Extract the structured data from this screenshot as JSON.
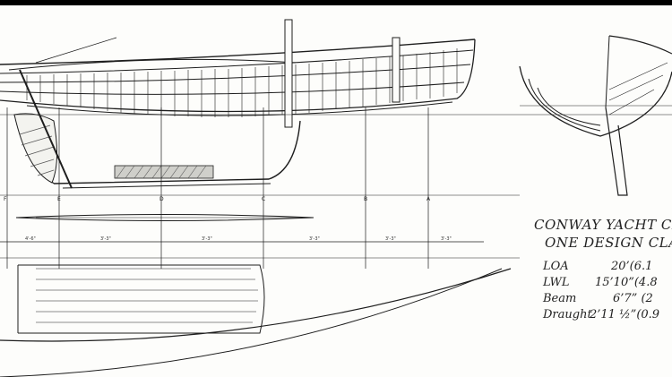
{
  "title": {
    "club": "CONWAY YACHT CL",
    "class": "ONE DESIGN CLAS"
  },
  "specs": [
    {
      "label": "LOA",
      "value": "20’(6.1"
    },
    {
      "label": "LWL",
      "value": "15’10”(4.8"
    },
    {
      "label": "Beam",
      "value": "6’7” (2"
    },
    {
      "label": "Draught",
      "value": "2’11 ½”(0.9"
    }
  ],
  "stations": [
    "F",
    "E",
    "D",
    "C",
    "B",
    "A"
  ],
  "dimensions": [
    "4'-6\"",
    "3'-3\"",
    "3'-3\"",
    "3'-3\"",
    "3'-3\"",
    "3'-3\""
  ],
  "colors": {
    "ink": "#1e1e1e",
    "paper": "#fdfdfb",
    "hatch": "#555555"
  }
}
